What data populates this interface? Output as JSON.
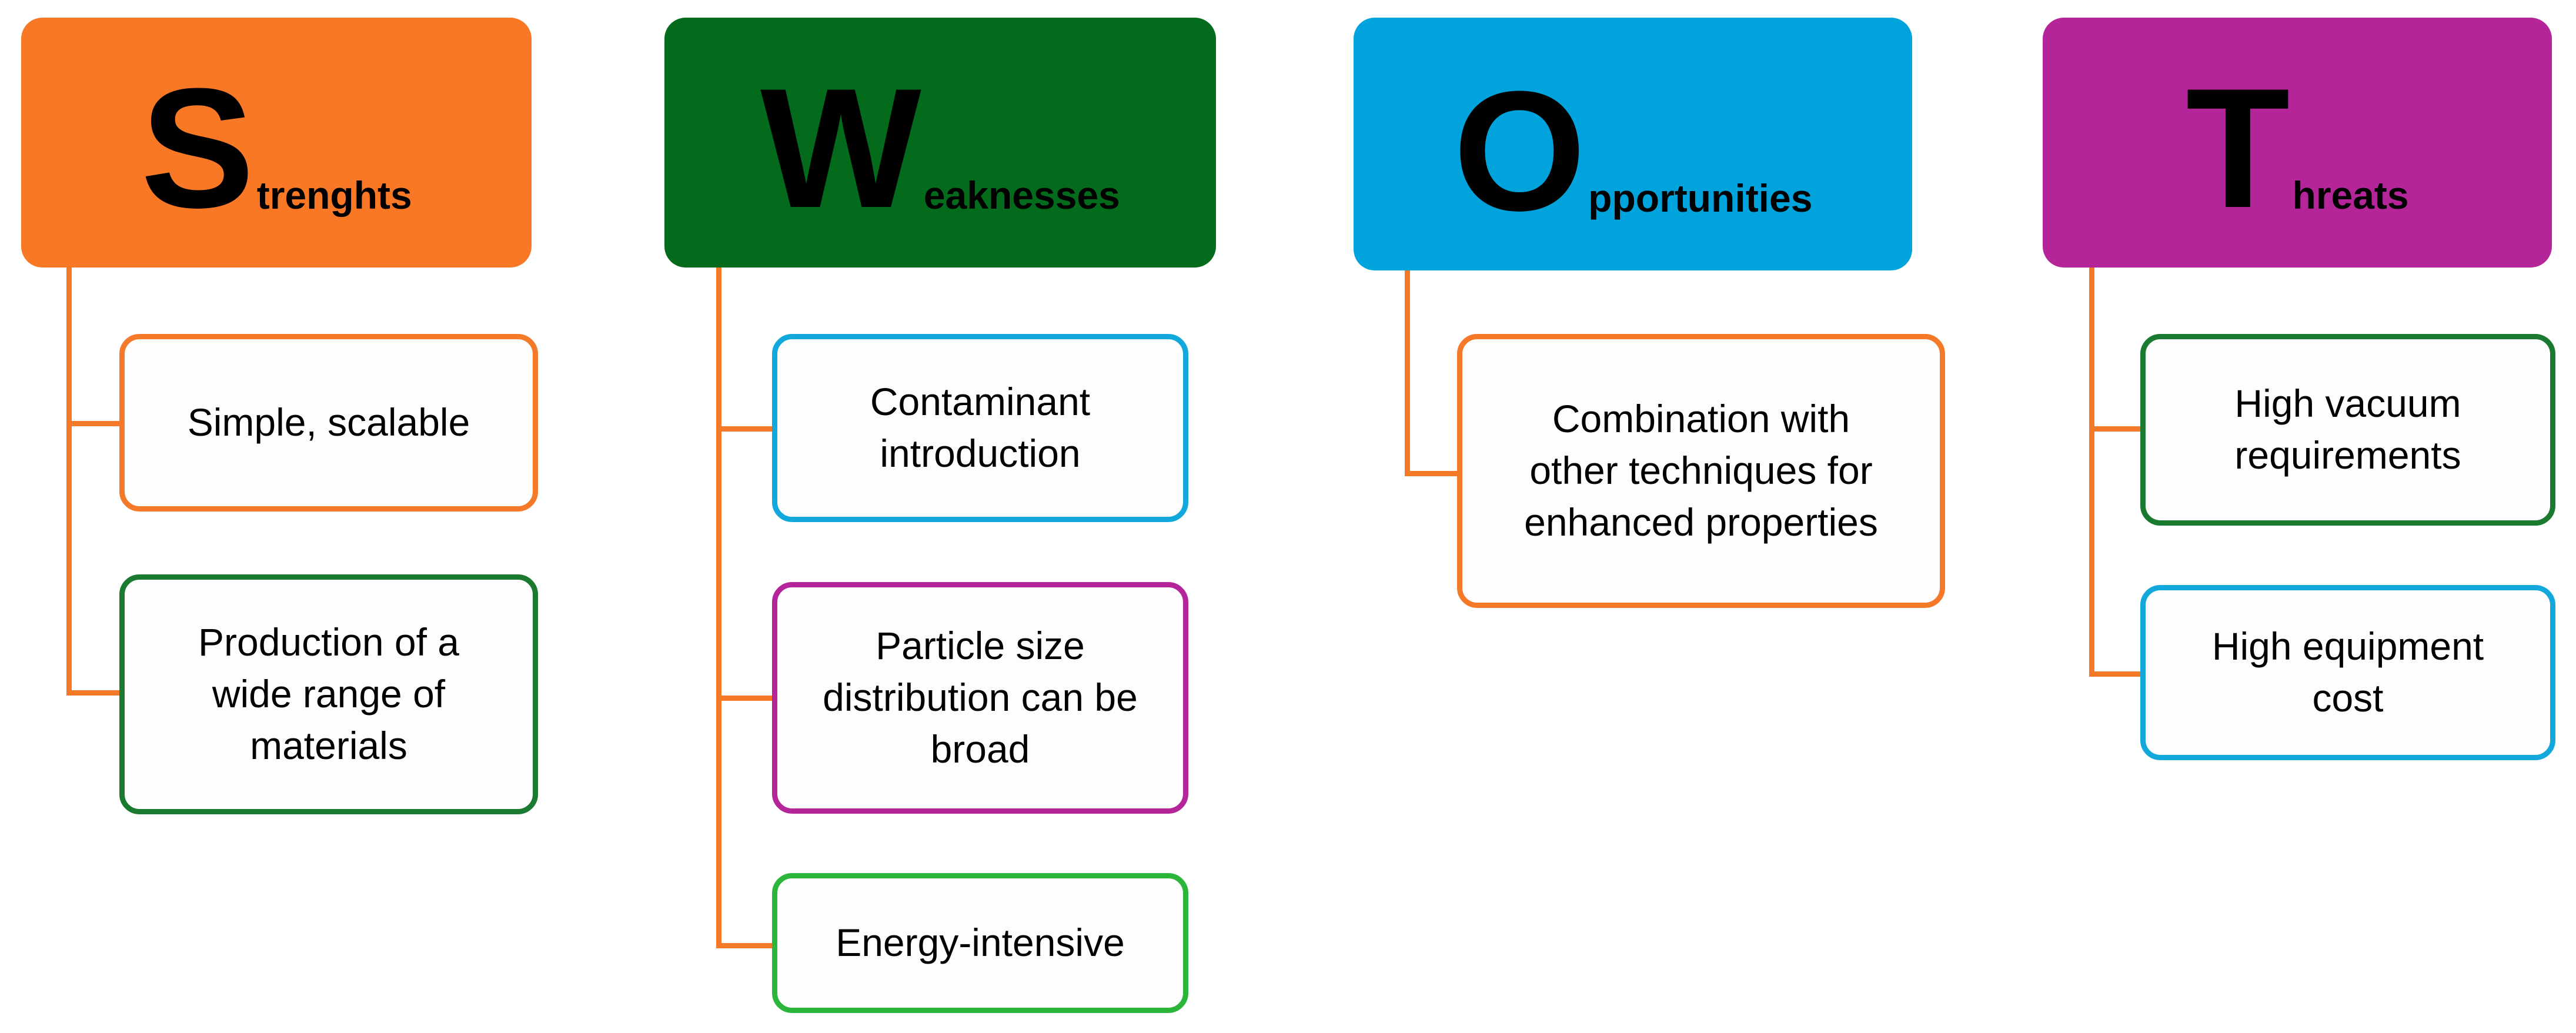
{
  "colors": {
    "strengths": "#f97826",
    "weaknesses": "#036b1b",
    "opportunities": "#00a3dc",
    "threats": "#b5259a",
    "connector": "#f47a2a",
    "box_orange": "#f47a2a",
    "box_green": "#1a7a30",
    "box_blue": "#12a8dc",
    "box_magenta": "#b5259a",
    "box_lightgreen": "#2bb53a"
  },
  "columns": [
    {
      "letter": "S",
      "rest": "trenghts",
      "items": [
        "Simple, scalable",
        "Production of a\nwide range of\nmaterials"
      ]
    },
    {
      "letter": "W",
      "rest": "eaknesses",
      "items": [
        "Contaminant\nintroduction",
        "Particle size\ndistribution can be\nbroad",
        "Energy-intensive"
      ]
    },
    {
      "letter": "O",
      "rest": "pportunities",
      "items": [
        "Combination with\nother techniques for\nenhanced properties"
      ]
    },
    {
      "letter": "T",
      "rest": "hreats",
      "items": [
        "High vacuum\nrequirements",
        "High equipment\ncost"
      ]
    }
  ]
}
